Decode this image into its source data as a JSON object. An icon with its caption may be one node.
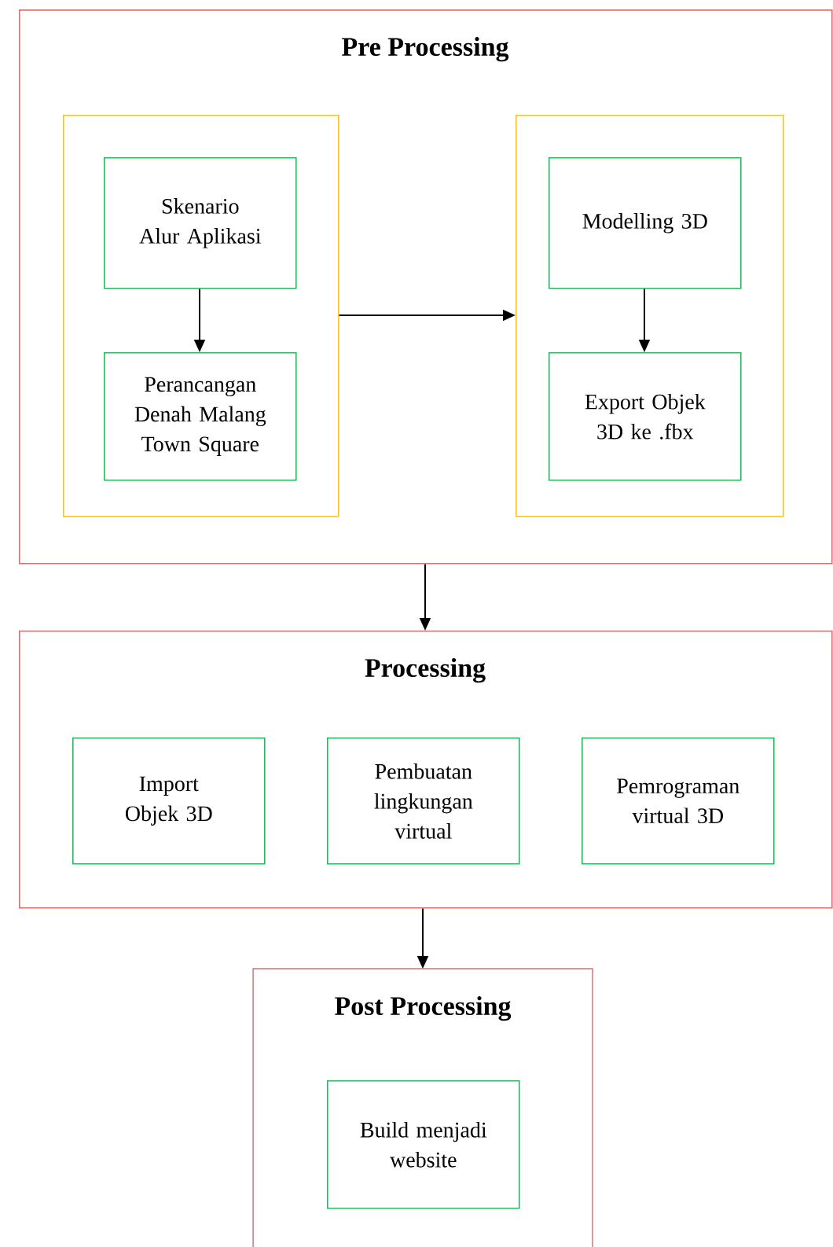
{
  "diagram": {
    "nodes": [
      {
        "text": [
          "Pre Processing"
        ]
      },
      {
        "text": [],
        "shape": "box",
        "in": 0
      },
      {
        "text": [
          "Skenario Alur Aplikasi"
        ],
        "in": 1
      },
      {
        "text": [
          "Perancangan Denah Malang Town Square"
        ],
        "in": 1
      },
      {
        "text": [],
        "shape": "box",
        "in": 0
      },
      {
        "text": [
          "Modelling 3D"
        ],
        "in": 4
      },
      {
        "text": [
          "Export Objek 3D ke .fbx"
        ],
        "in": 4
      },
      {
        "text": [
          "Processing"
        ]
      },
      {
        "text": [
          "Import Objek 3D"
        ],
        "in": 7
      },
      {
        "text": [
          "Pembuatan lingkungan virtual"
        ],
        "in": 7
      },
      {
        "text": [
          "Pemrograman virtual 3D"
        ],
        "in": 7
      },
      {
        "text": [
          "Post Processing"
        ]
      },
      {
        "text": [
          "Build menjadi website"
        ],
        "in": 11
      }
    ],
    "edges": [
      {
        "from": 2,
        "to": 3,
        "arrow": "to"
      },
      {
        "from": 1,
        "to": 4,
        "arrow": "to"
      },
      {
        "from": 5,
        "to": 6,
        "arrow": "to"
      },
      {
        "from": 0,
        "to": 7,
        "arrow": "to"
      },
      {
        "from": 7,
        "to": 11,
        "arrow": "to"
      }
    ]
  }
}
